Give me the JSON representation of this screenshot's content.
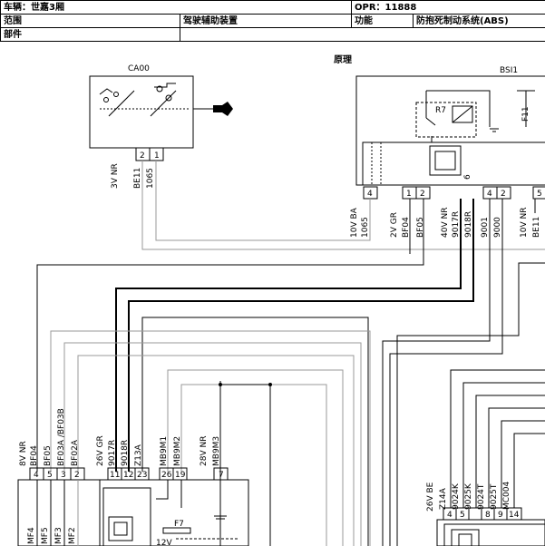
{
  "header": {
    "vehicle_label": "车辆：世嘉3厢",
    "opr_label": "OPR：11888",
    "scope_label": "范围",
    "scope_value": "驾驶辅助装置",
    "function_label": "功能",
    "function_value": "防抱死制动系统(ABS)",
    "part_label": "部件"
  },
  "diagram_title": "原理",
  "components": {
    "ca00": {
      "name": "CA00",
      "pins": [
        "2",
        "1"
      ],
      "wires": [
        "3V NR",
        "BE11",
        "1065"
      ]
    },
    "bsi1": {
      "name": "BSI1",
      "relay": "R7",
      "fuse": "F11",
      "pins": [
        "4",
        "1",
        "2",
        "6",
        "4",
        "2",
        "5"
      ]
    }
  },
  "wire_labels": {
    "bsi_left": [
      "10V BA",
      "1065"
    ],
    "bsi_mid": [
      "2V GR",
      "BF04",
      "BF05"
    ],
    "bsi_center": [
      "40V NR",
      "9017R",
      "9018R",
      "9001",
      "9000"
    ],
    "bsi_right": [
      "10V NR",
      "BE11"
    ],
    "left_group": [
      "8V NR",
      "BF04",
      "BF05",
      "BF03A /BF03B",
      "BF02A"
    ],
    "left_pins": [
      "4",
      "5",
      "3",
      "2"
    ],
    "left_inner": [
      "MF4",
      "MF5",
      "MF3",
      "MF2"
    ],
    "mid_group": [
      "26V GR",
      "9017R",
      "9018R",
      "Z13A"
    ],
    "mid_pins": [
      "11",
      "12",
      "23"
    ],
    "mb_group": [
      "MB9M1",
      "MB9M2"
    ],
    "mb_pins": [
      "26",
      "19"
    ],
    "right_group": [
      "28V NR",
      "MB9M3"
    ],
    "right_pin": "7",
    "fuse_f7": "F7",
    "ecu_label": "12V",
    "br_group": [
      "26V BE",
      "Z14A",
      "9024K",
      "9025K",
      "9024T",
      "9025T",
      "MC004"
    ],
    "br_pins": [
      "4",
      "5",
      "8",
      "9",
      "14"
    ]
  }
}
